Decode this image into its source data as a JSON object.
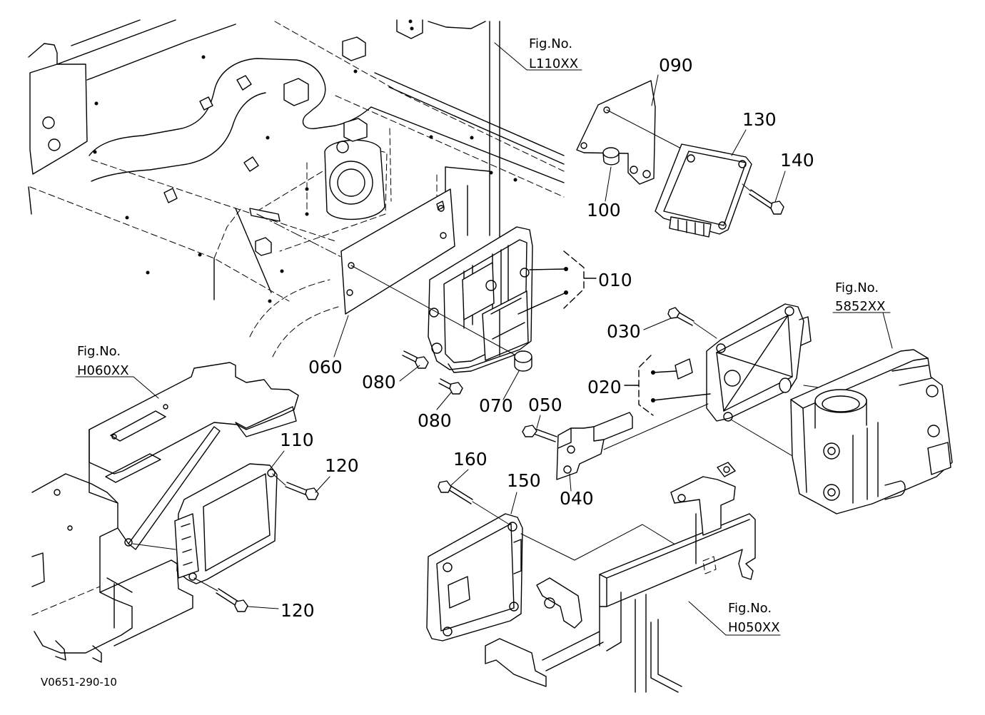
{
  "diagram": {
    "drawing_code": "V0651-290-10"
  },
  "callouts": [
    {
      "number": "090"
    },
    {
      "number": "130"
    },
    {
      "number": "140"
    },
    {
      "number": "100"
    },
    {
      "number": "010"
    },
    {
      "number": "030"
    },
    {
      "number": "060"
    },
    {
      "number": "080"
    },
    {
      "number": "020"
    },
    {
      "number": "050"
    },
    {
      "number": "070"
    },
    {
      "number": "080"
    },
    {
      "number": "110"
    },
    {
      "number": "120"
    },
    {
      "number": "160"
    },
    {
      "number": "150"
    },
    {
      "number": "040"
    },
    {
      "number": "120"
    }
  ],
  "figure_refs": [
    {
      "prefix": "Fig.No.",
      "code": "L110XX"
    },
    {
      "prefix": "Fig.No.",
      "code": "5852XX"
    },
    {
      "prefix": "Fig.No.",
      "code": "H060XX"
    },
    {
      "prefix": "Fig.No.",
      "code": "H050XX"
    }
  ],
  "colors": {
    "line": "#000000",
    "background": "#ffffff"
  }
}
